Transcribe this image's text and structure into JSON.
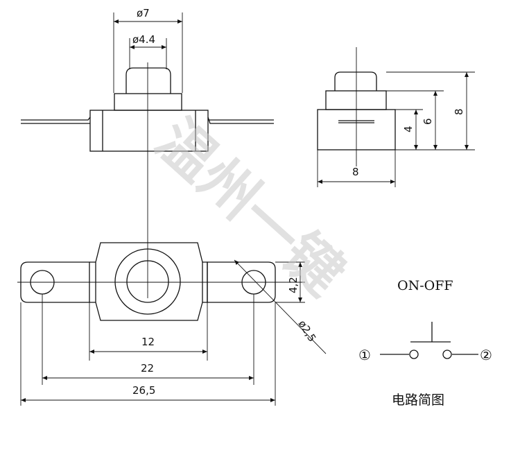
{
  "top_view": {
    "dim_outer_dia": "ø7",
    "dim_inner_dia": "ø4.4"
  },
  "side_view": {
    "dim_height_total": "8",
    "dim_height_body": "6",
    "dim_height_base": "4",
    "dim_width": "8"
  },
  "bottom_view": {
    "dim_hole_dia": "ø2,5",
    "dim_tab_height": "4,2",
    "dim_body_width": "12",
    "dim_hole_spacing": "22",
    "dim_overall_length": "26,5"
  },
  "circuit": {
    "title": "ON-OFF",
    "terminal_1": "①",
    "terminal_2": "②",
    "caption": "电路简图"
  },
  "watermark": "温州一键"
}
